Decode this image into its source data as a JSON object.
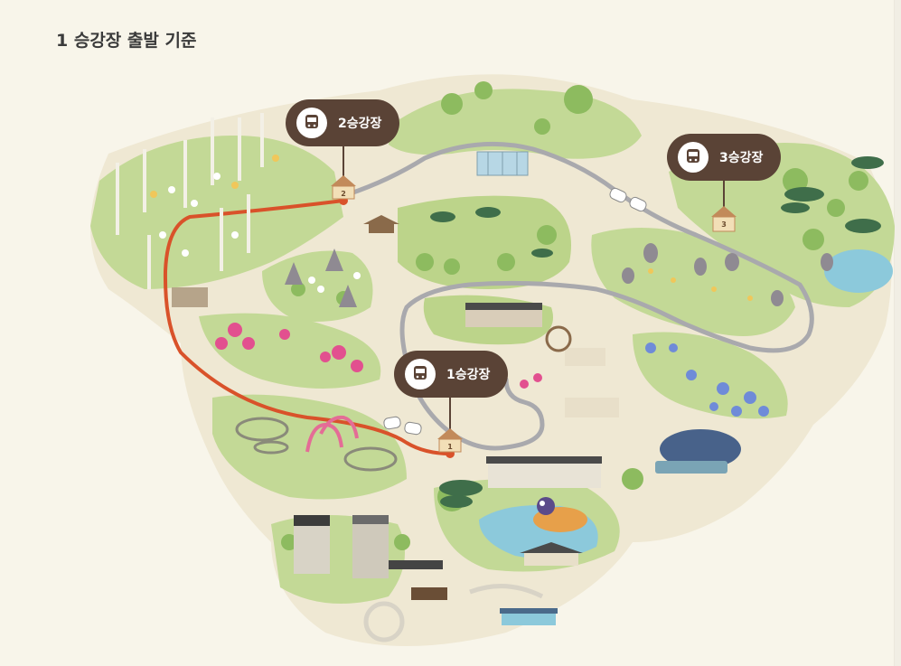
{
  "header": {
    "title": "1 승강장 출발 기준"
  },
  "stations": [
    {
      "label": "1승강장",
      "number": "1"
    },
    {
      "label": "2승강장",
      "number": "2"
    },
    {
      "label": "3승강장",
      "number": "3"
    }
  ],
  "colors": {
    "background": "#f8f5ea",
    "land": "#efe9d6",
    "grass": "#b9d38c",
    "track": "#a9a9ad",
    "route": "#d9522a",
    "badge": "#5a4336",
    "water": "#8cc9db"
  }
}
